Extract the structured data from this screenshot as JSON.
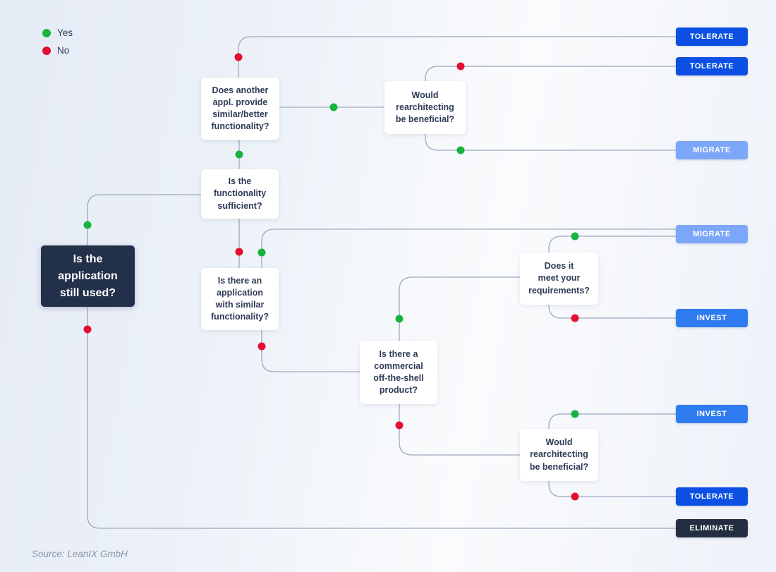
{
  "legend": {
    "yes_label": "Yes",
    "no_label": "No"
  },
  "colors": {
    "yes": "#16b33e",
    "no": "#e40e31",
    "line": "#9da9be",
    "tolerate": "#0b50e2",
    "migrate": "#7ca6f7",
    "invest": "#2f7cf1",
    "eliminate": "#232e42"
  },
  "root": {
    "text": "Is the\napplication\nstill used?"
  },
  "questions": [
    {
      "id": "does-another-app",
      "text": "Does another\nappl. provide\nsimilar/better\nfunctionality?"
    },
    {
      "id": "rearchitecting-top",
      "text": "Would\nrearchitecting\nbe beneficial?"
    },
    {
      "id": "functionality-sufficient",
      "text": "Is the\nfunctionality\nsufficient?"
    },
    {
      "id": "similar-application",
      "text": "Is there an\napplication\nwith similar\nfunctionality?"
    },
    {
      "id": "commercial-product",
      "text": "Is there a\ncommercial\noff-the-shell\nproduct?"
    },
    {
      "id": "meet-requirements",
      "text": "Does it\nmeet your\nrequirements?"
    },
    {
      "id": "rearchitecting-bottom",
      "text": "Would\nrearchitecting\nbe beneficial?"
    }
  ],
  "outcomes": [
    {
      "label": "TOLERATE"
    },
    {
      "label": "TOLERATE"
    },
    {
      "label": "MIGRATE"
    },
    {
      "label": "MIGRATE"
    },
    {
      "label": "INVEST"
    },
    {
      "label": "INVEST"
    },
    {
      "label": "TOLERATE"
    },
    {
      "label": "ELIMINATE"
    }
  ],
  "source": "Source: LeanIX GmbH"
}
